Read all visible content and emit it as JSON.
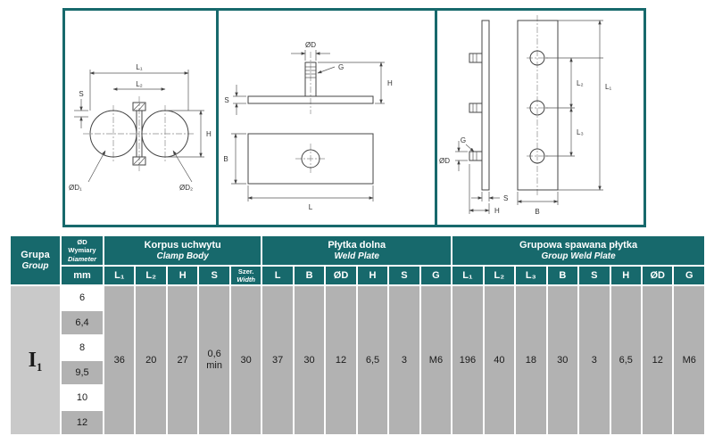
{
  "colors": {
    "teal": "#17696c",
    "header_text": "#ffffff",
    "body_gray": "#b2b2b2",
    "group_cell_gray": "#c9c9c9",
    "white_cell": "#ffffff"
  },
  "drawings": {
    "clamp_front": {
      "dims": {
        "L1": "L₁",
        "L2": "L₂",
        "S": "S",
        "H": "H",
        "D1": "ØD₁",
        "D2": "ØD₂"
      }
    },
    "weld_plate": {
      "dims": {
        "D": "ØD",
        "G": "G",
        "S": "S",
        "H": "H",
        "B": "B",
        "L": "L"
      }
    },
    "group_weld": {
      "dims": {
        "G": "G",
        "D": "ØD",
        "S": "S",
        "H": "H",
        "B": "B",
        "L1": "L₁",
        "L2": "L₂",
        "L3": "L₃"
      }
    }
  },
  "table": {
    "headers": {
      "grupa_pl": "Grupa",
      "grupa_en": "Group",
      "dia_line1": "ØD",
      "dia_line2": "Wymiary",
      "dia_line3": "Diameter",
      "mm": "mm",
      "clamp_pl": "Korpus uchwytu",
      "clamp_en": "Clamp Body",
      "weld_pl": "Płytka dolna",
      "weld_en": "Weld Plate",
      "group_weld_pl": "Grupowa spawana płytka",
      "group_weld_en": "Group Weld Plate",
      "clamp_cols": [
        "L₁",
        "L₂",
        "H",
        "S"
      ],
      "clamp_width_pl": "Szer.",
      "clamp_width_en": "Width",
      "weld_cols": [
        "L",
        "B",
        "ØD",
        "H",
        "S",
        "G"
      ],
      "group_cols": [
        "L₁",
        "L₂",
        "L₃",
        "B",
        "S",
        "H",
        "ØD",
        "G"
      ]
    },
    "group_label": {
      "base": "I",
      "sub": "1"
    },
    "diameters": [
      "6",
      "6,4",
      "8",
      "9,5",
      "10",
      "12"
    ],
    "clamp_values": [
      "36",
      "20",
      "27",
      "0,6\nmin",
      "30"
    ],
    "weld_values": [
      "37",
      "30",
      "12",
      "6,5",
      "3",
      "M6"
    ],
    "group_weld_values": [
      "196",
      "40",
      "18",
      "30",
      "3",
      "6,5",
      "12",
      "M6"
    ]
  }
}
